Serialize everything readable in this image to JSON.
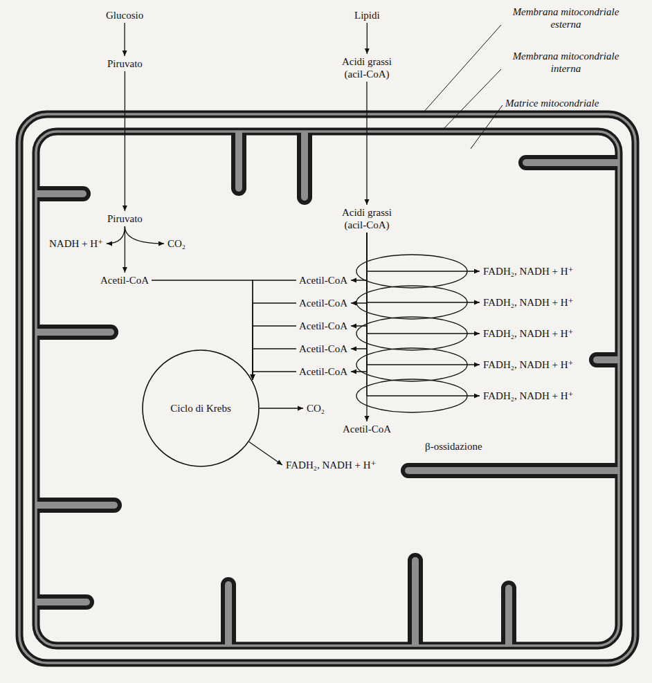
{
  "diagram": {
    "nodes": [
      {
        "text": [
          "Glucosio"
        ]
      },
      {
        "text": [
          "Piruvato"
        ]
      },
      {
        "text": [
          "Piruvato"
        ]
      },
      {
        "text": [
          "NADH + H⁺"
        ]
      },
      {
        "text": [
          "CO₂"
        ]
      },
      {
        "text": [
          "Acetil-CoA"
        ]
      },
      {
        "text": [
          "Lipidi"
        ]
      },
      {
        "text": [
          "Acidi grassi (acil-CoA)"
        ]
      },
      {
        "text": [
          "Acidi grassi (acil-CoA)"
        ]
      },
      {
        "text": [
          "Acetil-CoA"
        ]
      },
      {
        "text": [
          "Acetil-CoA"
        ]
      },
      {
        "text": [
          "Acetil-CoA"
        ]
      },
      {
        "text": [
          "Acetil-CoA"
        ]
      },
      {
        "text": [
          "Acetil-CoA"
        ]
      },
      {
        "text": [
          "Acetil-CoA"
        ]
      },
      {
        "text": [
          "FADH₂, NADH + H⁺"
        ]
      },
      {
        "text": [
          "FADH₂, NADH + H⁺"
        ]
      },
      {
        "text": [
          "FADH₂, NADH + H⁺"
        ]
      },
      {
        "text": [
          "FADH₂, NADH + H⁺"
        ]
      },
      {
        "text": [
          "FADH₂, NADH + H⁺"
        ]
      },
      {
        "text": [
          "Ciclo di Krebs"
        ]
      },
      {
        "text": [
          "CO₂"
        ]
      },
      {
        "text": [
          "FADH₂, NADH + H⁺"
        ]
      }
    ],
    "edges": [
      {
        "from": 0,
        "to": 1,
        "arrow": "to"
      },
      {
        "from": 1,
        "to": 2,
        "arrow": "to"
      },
      {
        "from": 2,
        "to": 3,
        "arrow": "to"
      },
      {
        "from": 2,
        "to": 4,
        "arrow": "to"
      },
      {
        "from": 2,
        "to": 5,
        "arrow": "to"
      },
      {
        "from": 6,
        "to": 7,
        "arrow": "to"
      },
      {
        "from": 7,
        "to": 8,
        "arrow": "to"
      },
      {
        "from": 8,
        "to": 9,
        "arrow": "to"
      },
      {
        "from": 8,
        "to": 10,
        "arrow": "to"
      },
      {
        "from": 8,
        "to": 11,
        "arrow": "to"
      },
      {
        "from": 8,
        "to": 12,
        "arrow": "to"
      },
      {
        "from": 8,
        "to": 13,
        "arrow": "to"
      },
      {
        "from": 8,
        "to": 14,
        "arrow": "to"
      },
      {
        "from": 8,
        "to": 15,
        "arrow": "to"
      },
      {
        "from": 8,
        "to": 16,
        "arrow": "to"
      },
      {
        "from": 8,
        "to": 17,
        "arrow": "to"
      },
      {
        "from": 8,
        "to": 18,
        "arrow": "to"
      },
      {
        "from": 8,
        "to": 19,
        "arrow": "to"
      },
      {
        "from": 5,
        "to": 20,
        "arrow": "to"
      },
      {
        "from": 9,
        "to": 20,
        "arrow": "to"
      },
      {
        "from": 10,
        "to": 20,
        "arrow": "to"
      },
      {
        "from": 11,
        "to": 20,
        "arrow": "to"
      },
      {
        "from": 12,
        "to": 20,
        "arrow": "to"
      },
      {
        "from": 13,
        "to": 20,
        "arrow": "to"
      },
      {
        "from": 20,
        "to": 21,
        "arrow": "to"
      },
      {
        "from": 20,
        "to": 22,
        "arrow": "to"
      }
    ],
    "labels": [
      "Membrana mitocondriale esterna",
      "Membrana mitocondriale interna",
      "Matrice mitocondriale",
      "β-ossidazione"
    ]
  }
}
